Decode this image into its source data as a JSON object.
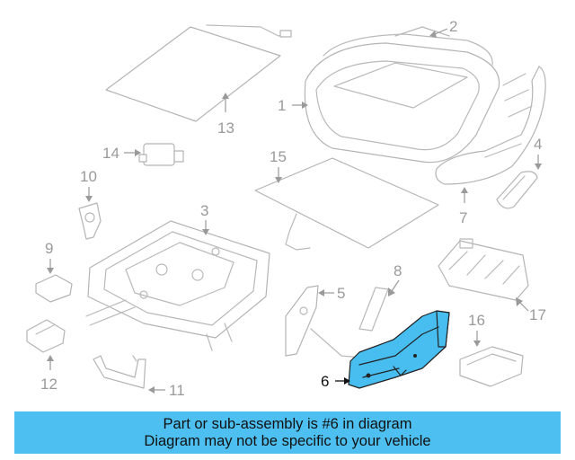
{
  "callouts": {
    "c1": "1",
    "c2": "2",
    "c3": "3",
    "c4": "4",
    "c5": "5",
    "c6": "6",
    "c7": "7",
    "c8": "8",
    "c9": "9",
    "c10": "10",
    "c11": "11",
    "c12": "12",
    "c13": "13",
    "c14": "14",
    "c15": "15",
    "c16": "16",
    "c17": "17"
  },
  "highlighted_part": "6",
  "highlight_color": "#47bdf0",
  "banner": {
    "line1": "Part or sub-assembly is #6 in diagram",
    "line2": "Diagram may not be specific to your vehicle",
    "color": "#4dbff0"
  }
}
